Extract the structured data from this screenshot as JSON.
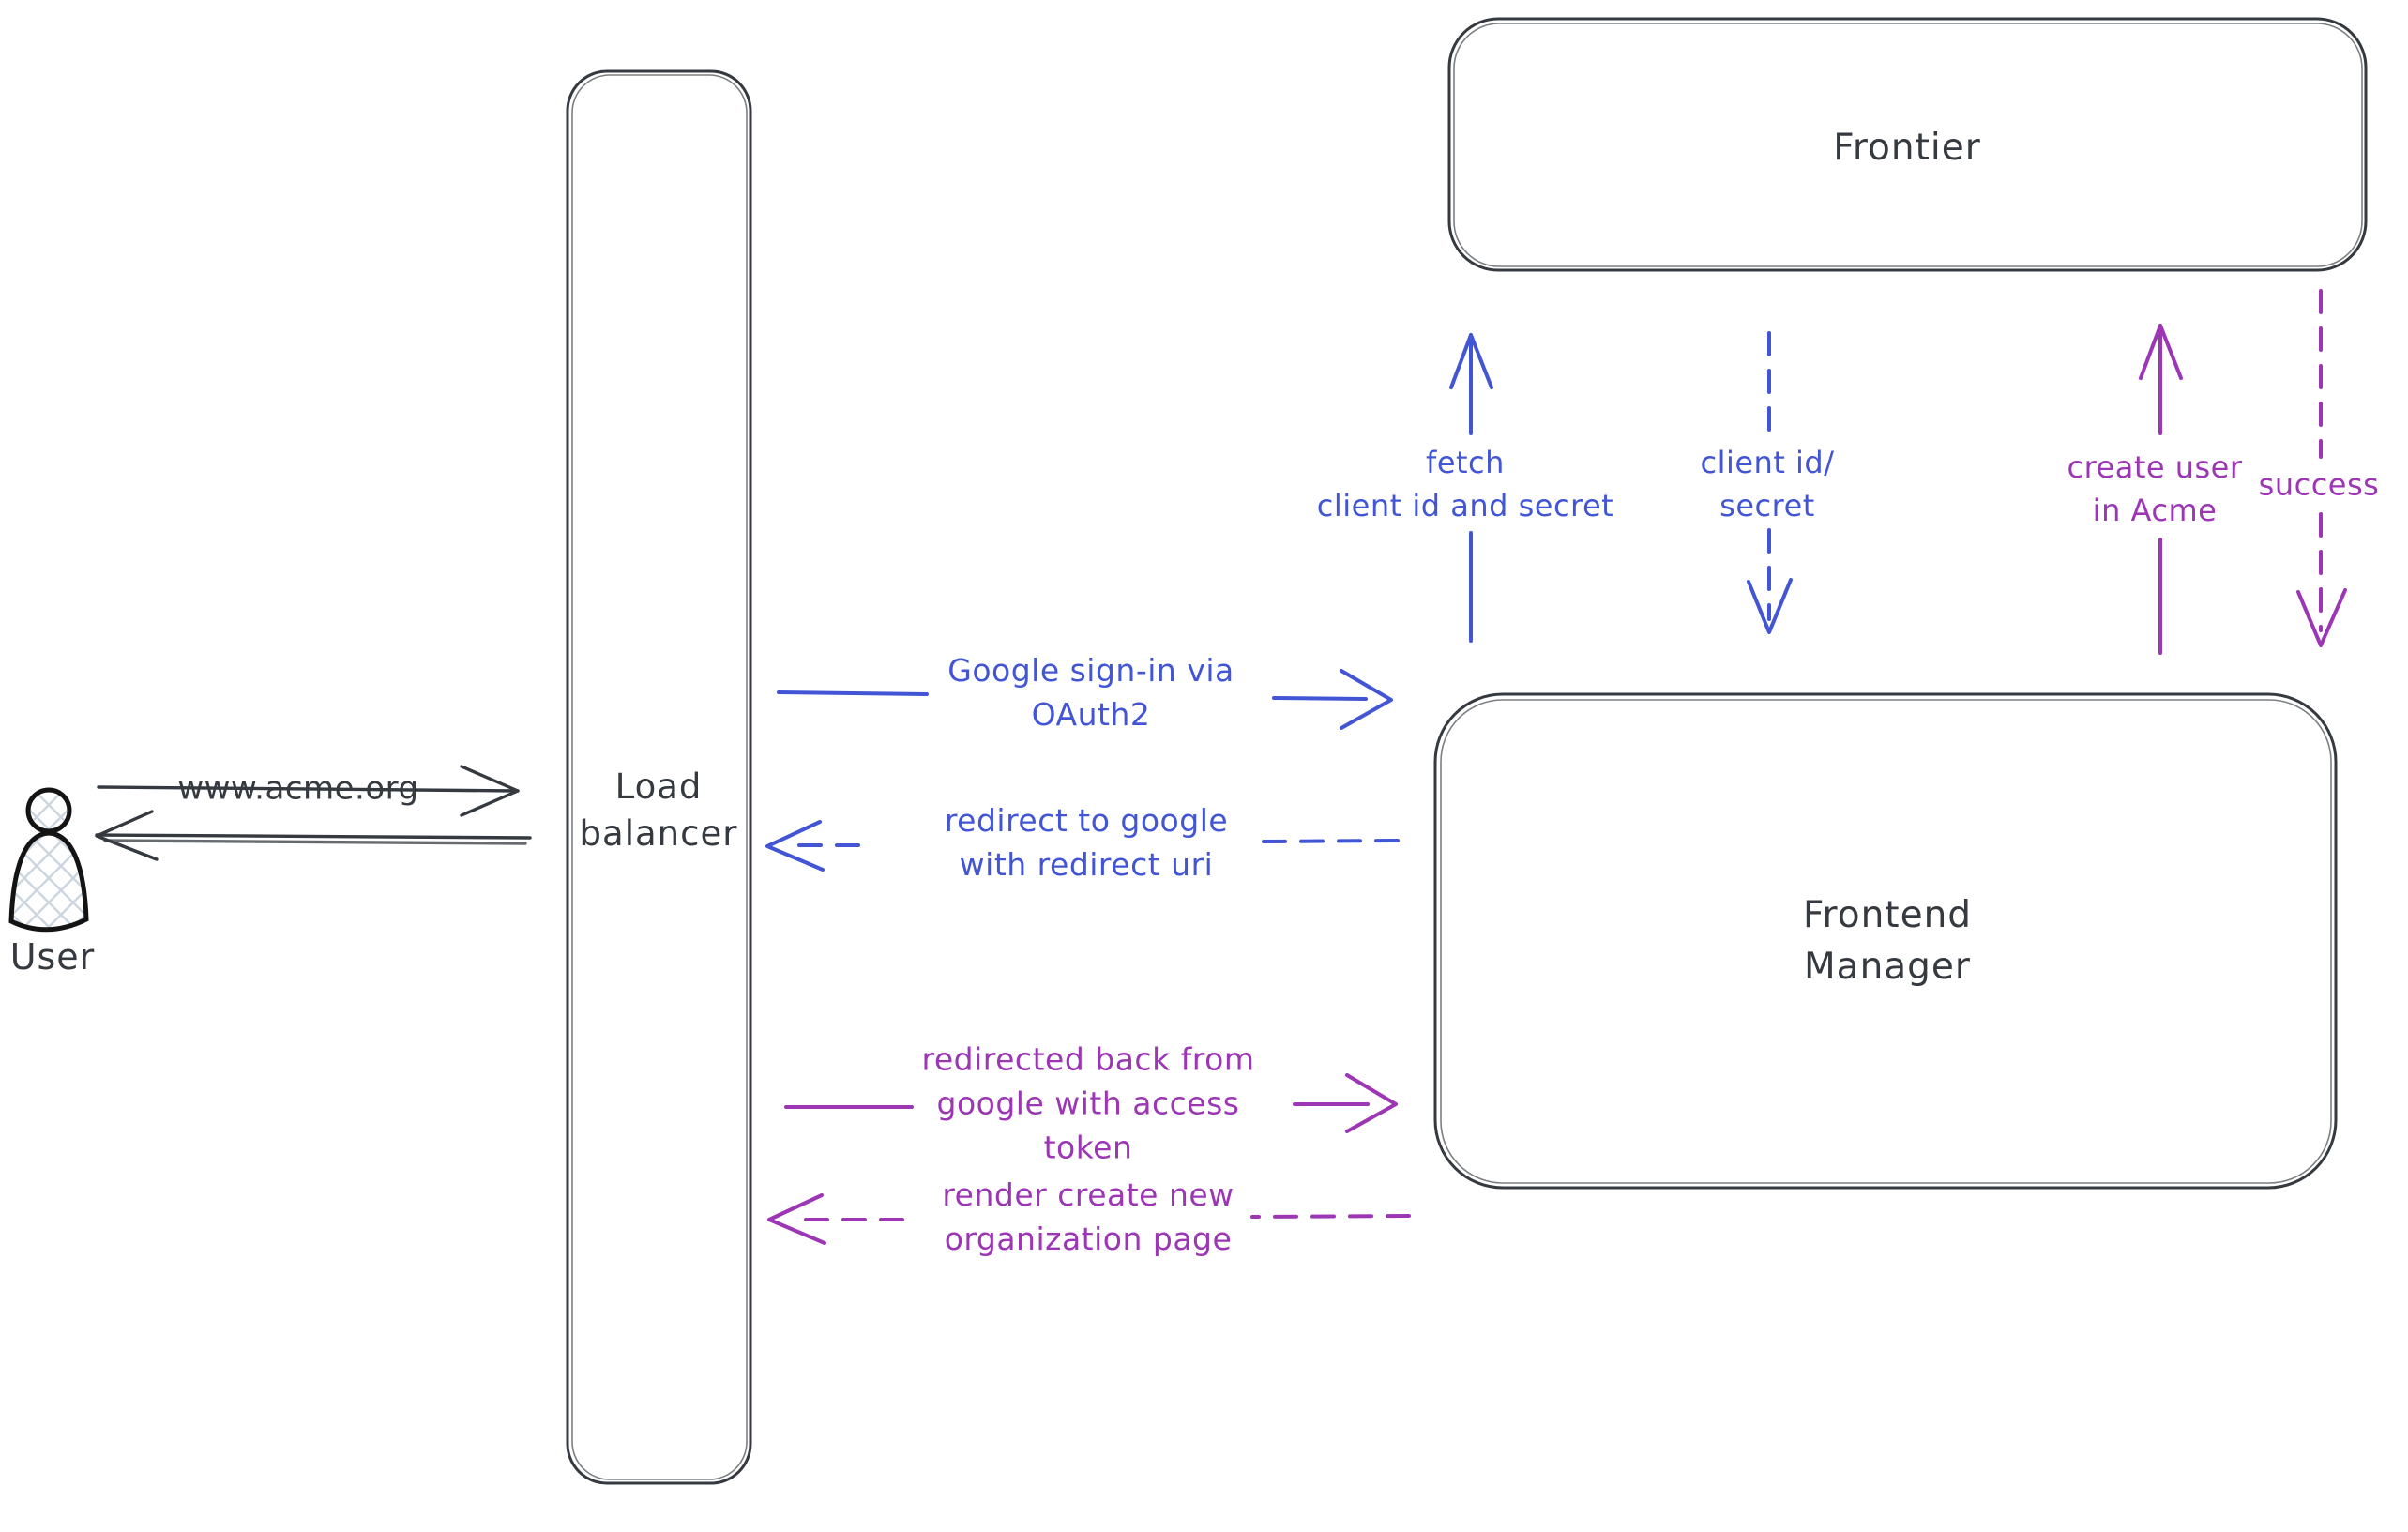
{
  "colors": {
    "ink": "#343a40",
    "blue": "#4255d4",
    "purple": "#9c36b5",
    "hatch": "#ccd6e0"
  },
  "nodes": {
    "user": {
      "label": "User"
    },
    "load_balancer": {
      "lines": [
        "Load",
        "balancer"
      ]
    },
    "frontier": {
      "label": "Frontier"
    },
    "frontend_manager": {
      "lines": [
        "Frontend",
        "Manager"
      ]
    }
  },
  "edges": {
    "acme_request": {
      "label": "www.acme.org",
      "style": "solid",
      "direction": "right",
      "from": "user",
      "to": "load_balancer",
      "color": "ink"
    },
    "acme_response": {
      "label": "",
      "style": "solid",
      "direction": "left",
      "from": "load_balancer",
      "to": "user",
      "color": "ink"
    },
    "google_signin": {
      "lines": [
        "Google sign-in via",
        "OAuth2"
      ],
      "style": "solid",
      "direction": "right",
      "from": "load_balancer",
      "to": "frontend_manager",
      "color": "blue"
    },
    "redirect_google": {
      "lines": [
        "redirect to google",
        "with redirect uri"
      ],
      "style": "dashed",
      "direction": "left",
      "from": "frontend_manager",
      "to": "load_balancer",
      "color": "blue"
    },
    "redirected_back": {
      "lines": [
        "redirected back from",
        "google with access",
        "token"
      ],
      "style": "solid",
      "direction": "right",
      "from": "load_balancer",
      "to": "frontend_manager",
      "color": "purple"
    },
    "render_org_page": {
      "lines": [
        "render create new",
        "organization page"
      ],
      "style": "dashed",
      "direction": "left",
      "from": "frontend_manager",
      "to": "load_balancer",
      "color": "purple"
    },
    "fetch_client": {
      "lines": [
        "fetch",
        "client id and secret"
      ],
      "style": "solid",
      "direction": "up",
      "from": "frontend_manager",
      "to": "frontier",
      "color": "blue"
    },
    "client_id_secret": {
      "lines": [
        "client id/",
        "secret"
      ],
      "style": "dashed",
      "direction": "down",
      "from": "frontier",
      "to": "frontend_manager",
      "color": "blue"
    },
    "create_user": {
      "lines": [
        "create user",
        "in Acme"
      ],
      "style": "solid",
      "direction": "up",
      "from": "frontend_manager",
      "to": "frontier",
      "color": "purple"
    },
    "success": {
      "label": "success",
      "style": "dashed",
      "direction": "down",
      "from": "frontier",
      "to": "frontend_manager",
      "color": "purple"
    }
  }
}
